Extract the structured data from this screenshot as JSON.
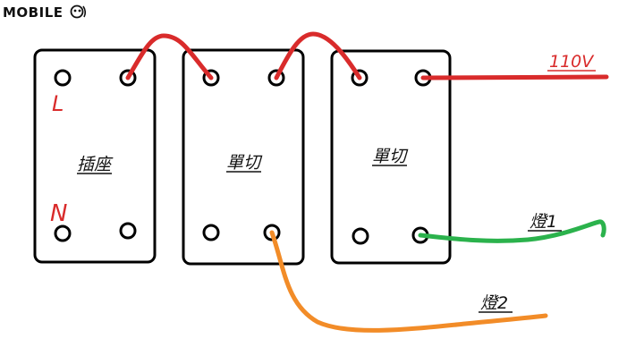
{
  "watermark": {
    "text": "MOBILE"
  },
  "blocks": {
    "outlet": {
      "label": "插座",
      "terminal_l": "L",
      "terminal_n": "N"
    },
    "switch1": {
      "label": "單切"
    },
    "switch2": {
      "label": "單切"
    }
  },
  "annotations": {
    "supply": "110V",
    "lamp1": "燈1",
    "lamp2": "燈2"
  },
  "wire_colors": {
    "hot": "#d92b2b",
    "lamp1": "#2bb24c",
    "lamp2": "#f28c28"
  }
}
